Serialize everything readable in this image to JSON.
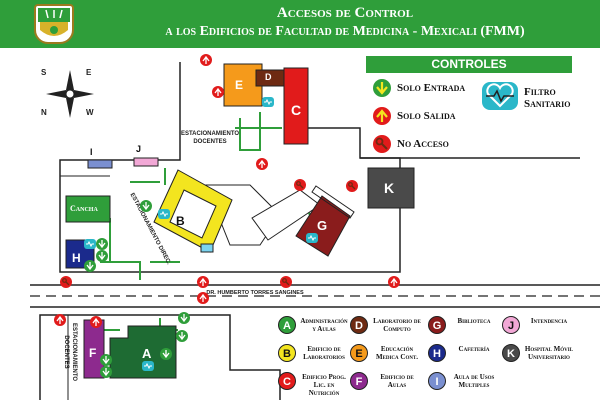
{
  "header": {
    "title_line1": "Accesos de Control",
    "title_line2": "a los Edificios de Facultad de Medicina - Mexicali (FMM)"
  },
  "compass": {
    "n": "N",
    "s": "S",
    "e": "E",
    "w": "W"
  },
  "controls": {
    "title": "CONTROLES",
    "entrada": "Solo Entrada",
    "salida": "Solo Salida",
    "no_acceso": "No Acceso",
    "filtro": "Filtro Sanitario"
  },
  "map": {
    "parking_docentes": "Estacionamiento Docentes",
    "parking_direc": "Estacionamiento Direc.",
    "parking_docentes_left": "Estacionamiento Docentes",
    "street": "DR. HUMBERTO TORRES SANGINES",
    "cancha": "Cancha",
    "bldg": {
      "A": "A",
      "B": "B",
      "C": "C",
      "D": "D",
      "E": "E",
      "F": "F",
      "G": "G",
      "H": "H",
      "I": "I",
      "J": "J",
      "K": "K"
    }
  },
  "colors": {
    "green": "#2f9e3a",
    "yellow": "#f3e51f",
    "red": "#e11b1b",
    "orange": "#f59a1b",
    "brown": "#6e2a12",
    "purple": "#8d2a8e",
    "dark_green": "#1e6b33",
    "maroon": "#8a1c1c",
    "navy": "#1b2a8c",
    "pink": "#f2a8d6",
    "gray": "#4a4a4a",
    "blue_light": "#7a8fd0"
  },
  "legend": [
    {
      "letter": "A",
      "label": "Administración y Aulas",
      "color": "#2f9e3a",
      "text_color": "#ffffff"
    },
    {
      "letter": "B",
      "label": "Edificio de Laboratorios",
      "color": "#f3e51f",
      "text_color": "#111111"
    },
    {
      "letter": "C",
      "label": "Edificio Prog. Lic. en Nutrición",
      "color": "#e11b1b",
      "text_color": "#ffffff"
    },
    {
      "letter": "D",
      "label": "Laboratorio de Computo",
      "color": "#6e2a12",
      "text_color": "#ffffff"
    },
    {
      "letter": "E",
      "label": "Educación Medica Cont.",
      "color": "#f59a1b",
      "text_color": "#111111"
    },
    {
      "letter": "F",
      "label": "Edificio de Aulas",
      "color": "#8d2a8e",
      "text_color": "#ffffff"
    },
    {
      "letter": "G",
      "label": "Biblioteca",
      "color": "#8a1c1c",
      "text_color": "#ffffff"
    },
    {
      "letter": "H",
      "label": "Cafetería",
      "color": "#1b2a8c",
      "text_color": "#ffffff"
    },
    {
      "letter": "I",
      "label": "Aula de Usos Multiples",
      "color": "#7a8fd0",
      "text_color": "#ffffff"
    },
    {
      "letter": "J",
      "label": "Intendencia",
      "color": "#f2a8d6",
      "text_color": "#111111"
    },
    {
      "letter": "K",
      "label": "Hospital Móvil Universitario",
      "color": "#4a4a4a",
      "text_color": "#ffffff"
    }
  ]
}
